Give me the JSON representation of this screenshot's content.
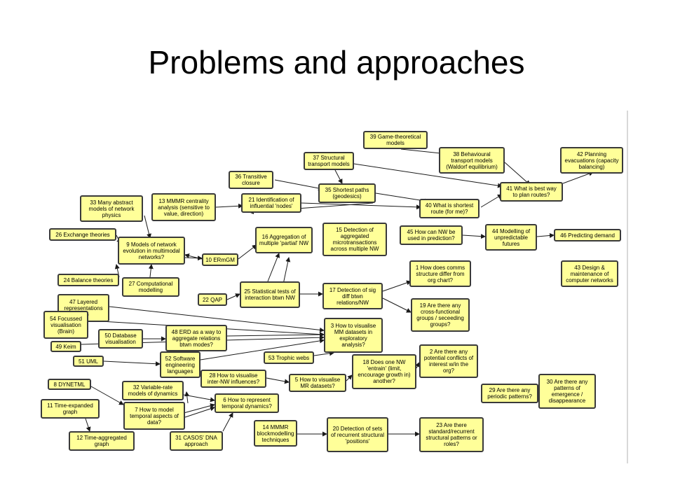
{
  "title": "Problems and approaches",
  "diagram": {
    "nodes": {
      "n1": "1 How does comms structure differ from org chart?",
      "n2": "2 Are there any potential conflicts of interest w/in the org?",
      "n3": "3 How to visualise MM datasets in exploratory analysis?",
      "n5": "5 How to visualise MR datasets?",
      "n6": "6 How to represent temporal dynamics?",
      "n7": "7 How to model temporal aspects of data?",
      "n8": "8 DYNETML",
      "n9": "9 Models of network evolution in multimodal networks?",
      "n10": "10 ERmGM",
      "n11": "11 Time-expanded graph",
      "n12": "12 Time-aggregated graph",
      "n13": "13 MMMR centrality analysis (sensitive to value, direction)",
      "n14": "14 MMMR blockmodelling techniques",
      "n15": "15 Detection of aggregated microtransactions across multiple NW",
      "n16": "16 Aggregation of multiple 'partial' NW",
      "n17": "17 Detection of sig diff btwn relations/NW",
      "n18": "18 Does one NW 'entrain' (limit, encourage growth in) another?",
      "n19": "19 Are there any cross-functional groups / seceeding groups?",
      "n20": "20 Detection of sets of recurrent structural 'positions'",
      "n21": "21 Identification of influential 'nodes'",
      "n22": "22 QAP",
      "n23": "23 Are there standard/recurrent structural patterns or roles?",
      "n24": "24 Balance theories",
      "n25": "25 Statistical tests of interaction btwn NW",
      "n26": "26 Exchange theories",
      "n27": "27 Computational modelling",
      "n28": "28 How to visualise inter-NW influences?",
      "n29": "29 Are there any periodic patterns?",
      "n30": "30 Are there any patterns of emergence / disappearance",
      "n31": "31 CASOS' DNA approach",
      "n32": "32 Variable-rate models of dynamics",
      "n33": "33 Many abstract models of network physics",
      "n35": "35 Shortest paths (geodesics)",
      "n36": "36 Transitive closure",
      "n37": "37 Structural transport models",
      "n38": "38 Behavioural transport models (Waldorf equilibrium)",
      "n39": "39 Game-theoretical models",
      "n40": "40 What is shortest route (for me)?",
      "n41": "41 What is best way to plan routes?",
      "n42": "42 Planning evacuations (capacity balancing)",
      "n43": "43 Design & maintenance of computer networks",
      "n44": "44 Modelling of unpredictable futures",
      "n45": "45 How can NW be used in prediction?",
      "n46": "46 Predicting demand",
      "n47": "47 Layered representations (3D)",
      "n48": "48 ERD as a way to aggregate relations btwn modes?",
      "n49": "49 Keim",
      "n50": "50 Database visualisation",
      "n51": "51 UML",
      "n52": "52 Software engineering languages",
      "n53": "53 Trophic webs",
      "n54": "54 Focussed visualisation (Brain)"
    }
  },
  "colors": {
    "node_fill": "#ffff99",
    "node_border": "#3a3a3a",
    "edge": "#1a1a1a"
  }
}
